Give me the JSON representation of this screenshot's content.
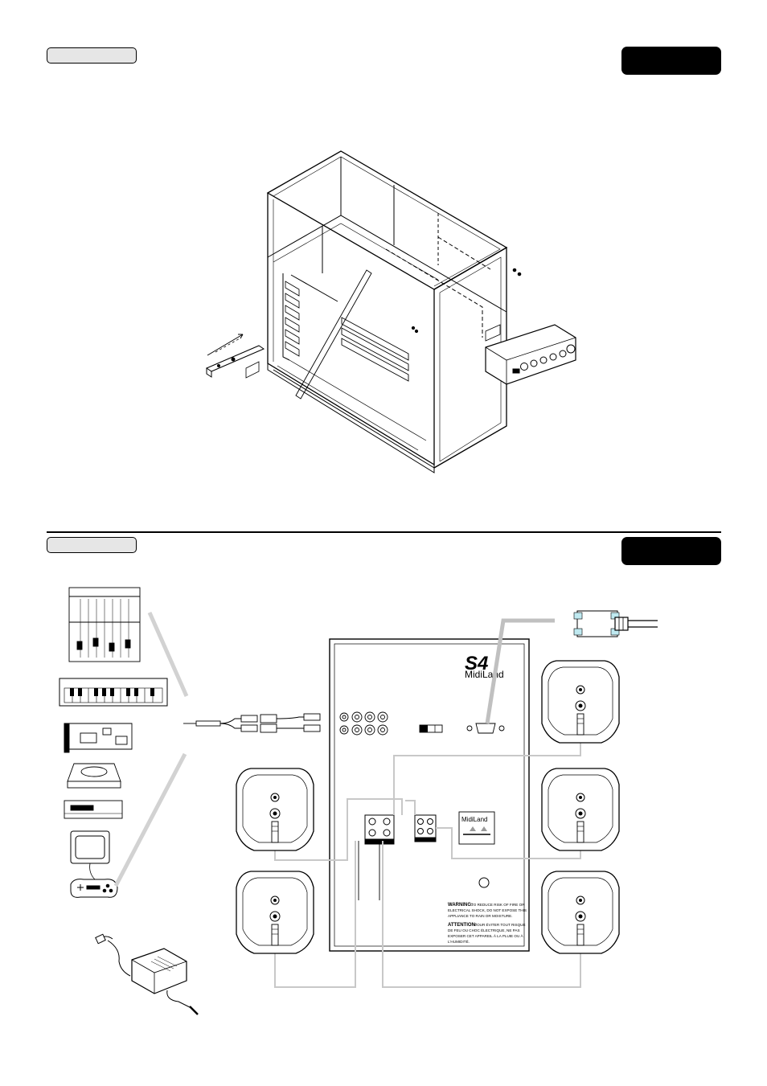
{
  "section_1": {
    "step_pill_label": "",
    "step_badge_label": ""
  },
  "section_2": {
    "step_pill_label": "",
    "step_badge_label": ""
  },
  "subwoofer_panel": {
    "model_logo": "S4",
    "brand": "MidiLand",
    "label_brand": "MidiLand",
    "warning_title": "WARNING:",
    "warning_line1": "TO REDUCE RISK OF FIRE OR",
    "warning_line2": "ELECTRICAL SHOCK, DO NOT EXPOSE THIS",
    "warning_line3": "APPLIANCE TO RAIN OR MOISTURE.",
    "attention_title": "ATTENTION:",
    "attention_line1": "POUR ÉVITER TOUT RISQUE",
    "attention_line2": "DE FEU OU CHOC ÉLECTRIQUE, NE PAS",
    "attention_line3": "EXPOSER CET APPAREIL À LA PLUIE OU À",
    "attention_line4": "L'HUMIDITÉ."
  },
  "colors": {
    "cable_gray": "#c8c8c8",
    "pill_fill": "#e6e6e6",
    "badge_fill": "#000000"
  }
}
